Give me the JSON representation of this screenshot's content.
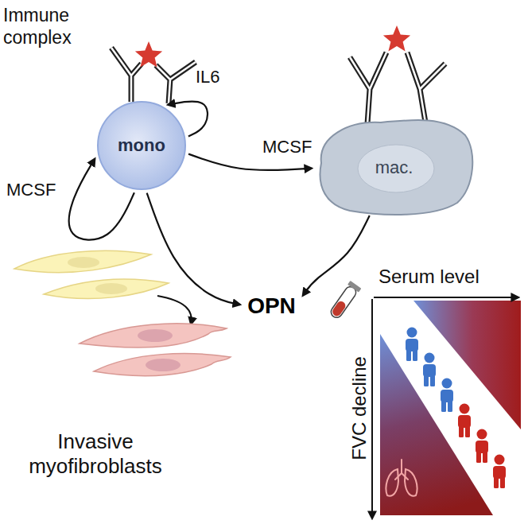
{
  "diagram": {
    "nodes": [
      {
        "text": [
          "mono"
        ]
      },
      {
        "text": [
          "mac."
        ]
      },
      {
        "text": [
          "OPN"
        ]
      }
    ],
    "edges": [
      {
        "from": 0,
        "to": 0,
        "label": "IL6",
        "arrow": "to"
      },
      {
        "from": 0,
        "to": 0,
        "label": "MCSF",
        "arrow": "to"
      },
      {
        "from": 0,
        "to": 1,
        "label": "MCSF",
        "arrow": "to"
      },
      {
        "from": 0,
        "to": 2,
        "arrow": "to"
      },
      {
        "from": 1,
        "to": 2,
        "arrow": "to"
      }
    ],
    "labels": [
      "Immune complex",
      "Invasive myofibroblasts",
      "Serum level",
      "FVC decline"
    ]
  }
}
